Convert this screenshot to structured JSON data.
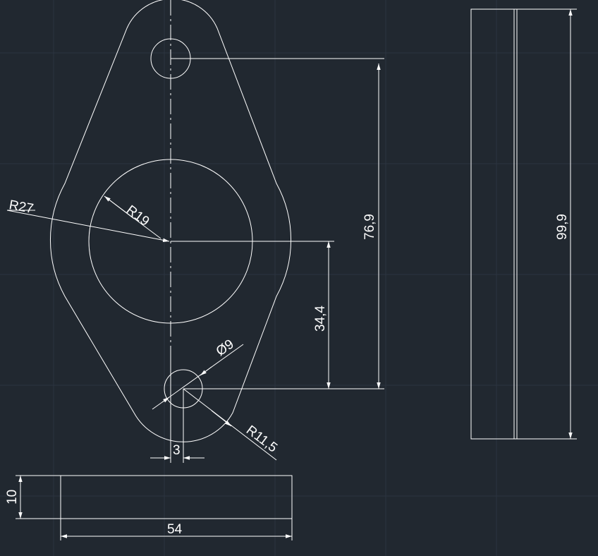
{
  "drawing": {
    "background": "#212830",
    "line_color": "#ffffff",
    "grid_color": "#2c3440",
    "dimensions": {
      "r27": "R27",
      "r19": "R19",
      "d9": "Ø9",
      "r11_5": "R11,5",
      "dim_3": "3",
      "dim_76_9": "76,9",
      "dim_34_4": "34,4",
      "dim_99_9": "99,9",
      "dim_10": "10",
      "dim_54": "54"
    }
  }
}
